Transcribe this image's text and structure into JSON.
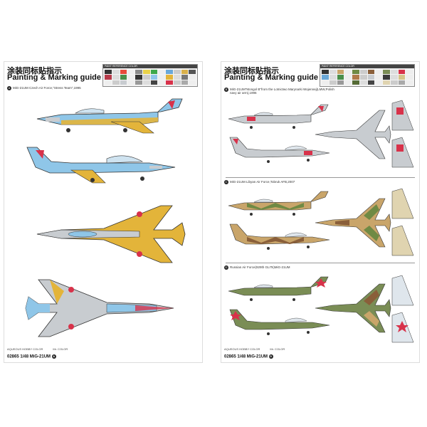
{
  "left_page": {
    "title_cn": "涂装同标贴指示",
    "title_en": "Painting & Marking guide",
    "ref_table_heading": "PAINT REFERENCE COLOR",
    "scheme_a": {
      "badge": "A",
      "caption": "MiG-21UM Czech Air Force,\"Stress Team\",1995"
    },
    "legend": {
      "aqueous": "AQUEOUS HOBBY COLOR",
      "mr_color": "Mr. COLOR"
    },
    "footer": {
      "code": "02865 1/48",
      "model": "MiG-21UM",
      "badge": "A"
    }
  },
  "right_page": {
    "title_cn": "涂装同标贴指示",
    "title_en": "Painting & Marking guide",
    "ref_table_heading": "PAINT REFERENCE COLOR",
    "scheme_b": {
      "badge": "B",
      "caption": "MiG-21UM\"Mongol B\"from the Lotnictwo Marynarki Wojennej(LMW,Polish navy air arm),1996"
    },
    "scheme_c": {
      "badge": "C",
      "caption": "MiG-21UM Libyan Air Force,Tobruk AFB,2007"
    },
    "scheme_d": {
      "badge": "D",
      "caption": "Russian Air Force(929th GLITs)MiG-21UM"
    },
    "legend": {
      "aqueous": "AQUEOUS HOBBY COLOR",
      "mr_color": "Mr. COLOR"
    },
    "footer": {
      "code": "02865 1/48",
      "model": "MiG-21UM",
      "badge": "D"
    }
  },
  "colors": {
    "czech_blue": "#8fc6e8",
    "czech_yellow": "#e3b43a",
    "silver": "#c8ccd0",
    "polish_red": "#d8324a",
    "camo_tan": "#c9a56a",
    "camo_green": "#6f8a44",
    "camo_brown": "#8a5f3a",
    "russian_green": "#7a8d55"
  }
}
